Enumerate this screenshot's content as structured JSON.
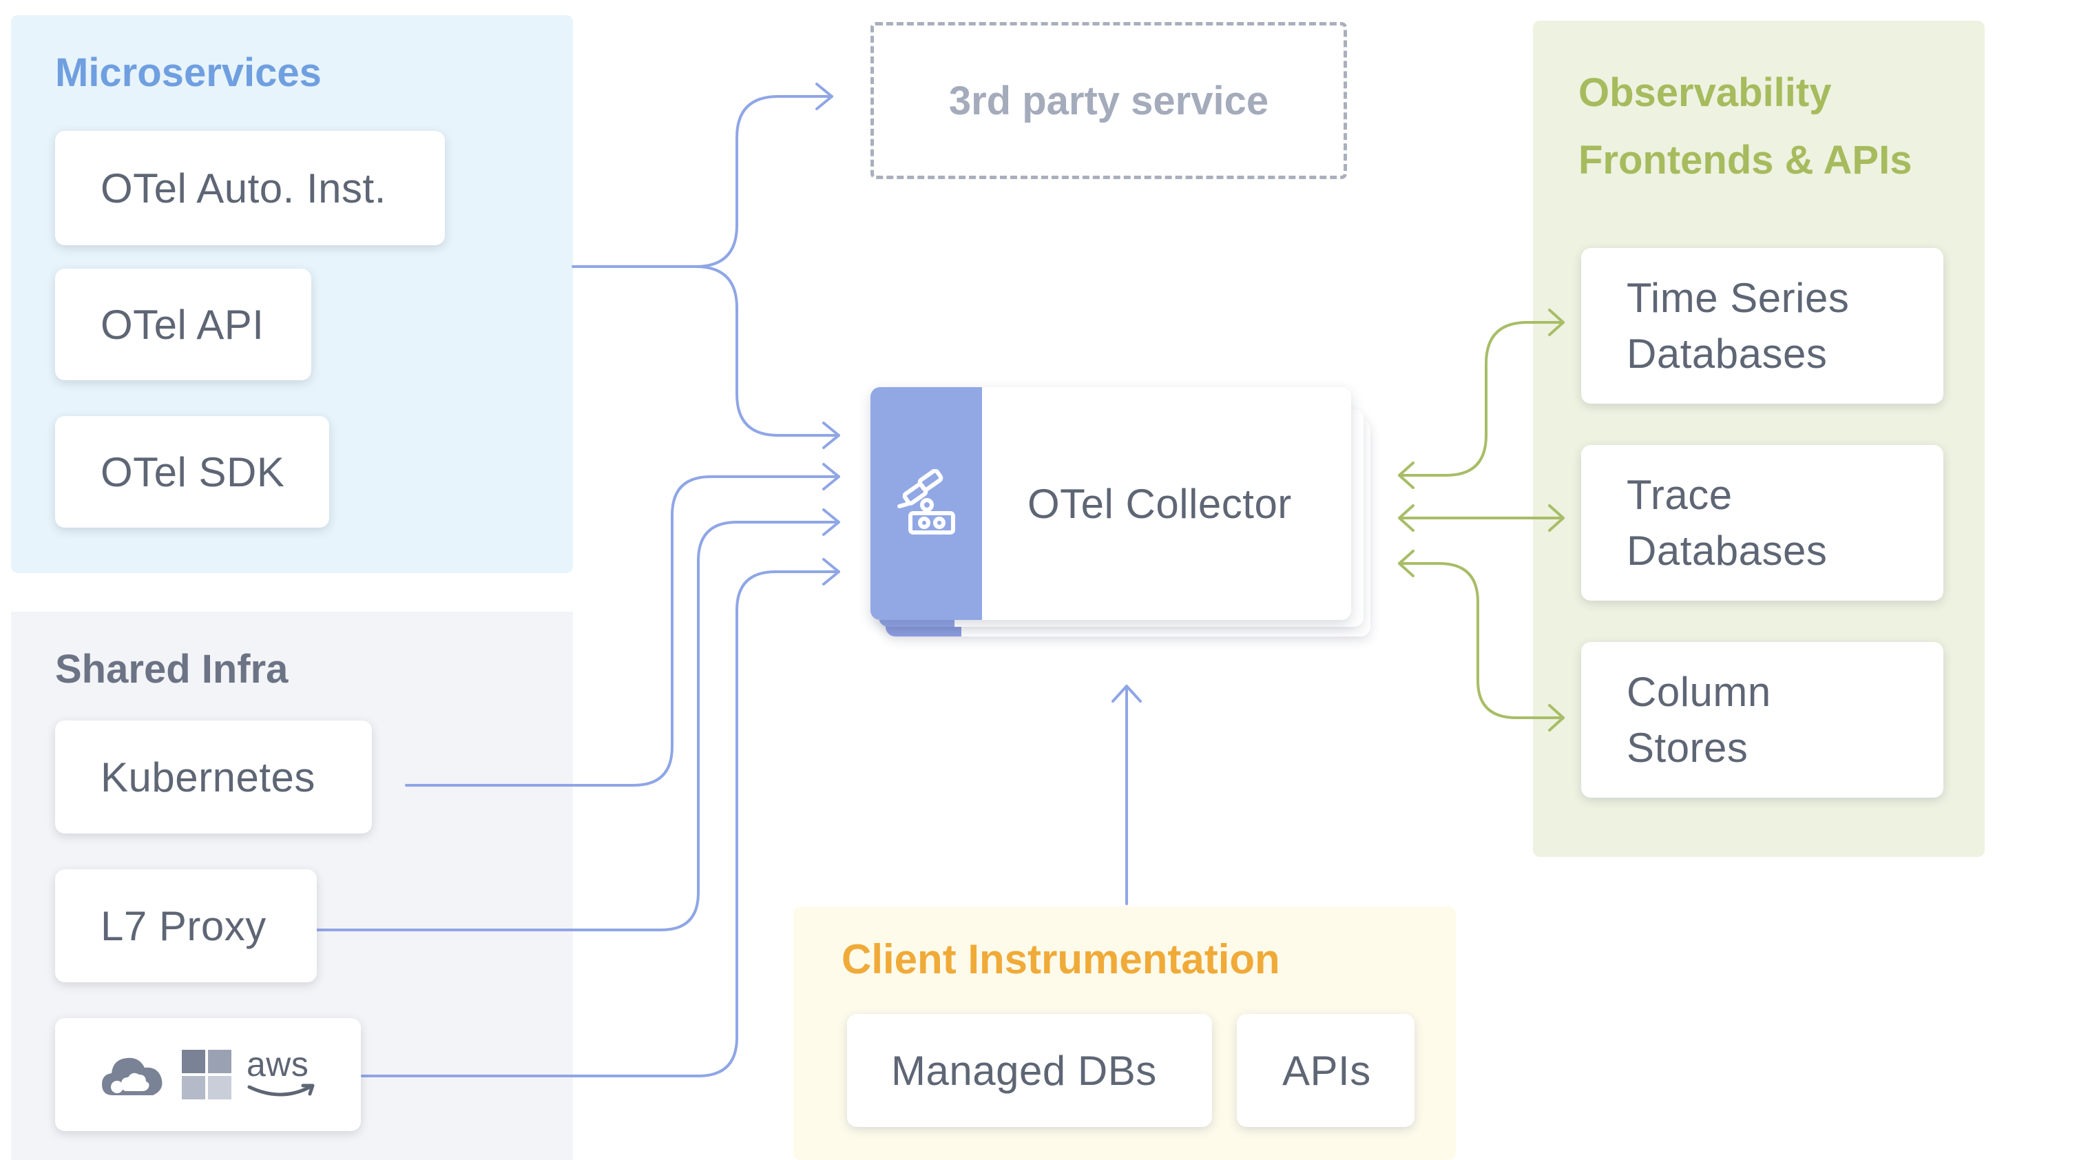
{
  "microservices": {
    "title": "Microservices",
    "items": [
      "OTel Auto. Inst.",
      "OTel API",
      "OTel SDK"
    ]
  },
  "shared_infra": {
    "title": "Shared Infra",
    "items": [
      "Kubernetes",
      "L7 Proxy"
    ],
    "cloud_icons": [
      "cloud-icon",
      "windows-grid-icon",
      "aws-logo"
    ],
    "aws_text": "aws"
  },
  "third_party": {
    "label": "3rd party service"
  },
  "collector": {
    "label": "OTel Collector",
    "icon": "telescope-icon"
  },
  "client": {
    "title": "Client Instrumentation",
    "items": [
      "Managed DBs",
      "APIs"
    ]
  },
  "observability": {
    "title_line1": "Observability",
    "title_line2": "Frontends & APIs",
    "items": [
      {
        "line1": "Time Series",
        "line2": "Databases"
      },
      {
        "line1": "Trace",
        "line2": "Databases"
      },
      {
        "line1": "Column",
        "line2": "Stores"
      }
    ]
  },
  "colors": {
    "blue_line": "#8fa6e6",
    "green_line": "#a8bd67",
    "microservices_bg": "#e8f4fb",
    "microservices_title": "#6f9fe0",
    "infra_bg": "#f3f4f7",
    "infra_title": "#6b7385",
    "observability_bg": "#eef2e0",
    "observability_title": "#a6bb5d",
    "client_bg": "#fefbeb",
    "client_title": "#f0aa38",
    "collector_accent": "#92a8e5"
  }
}
